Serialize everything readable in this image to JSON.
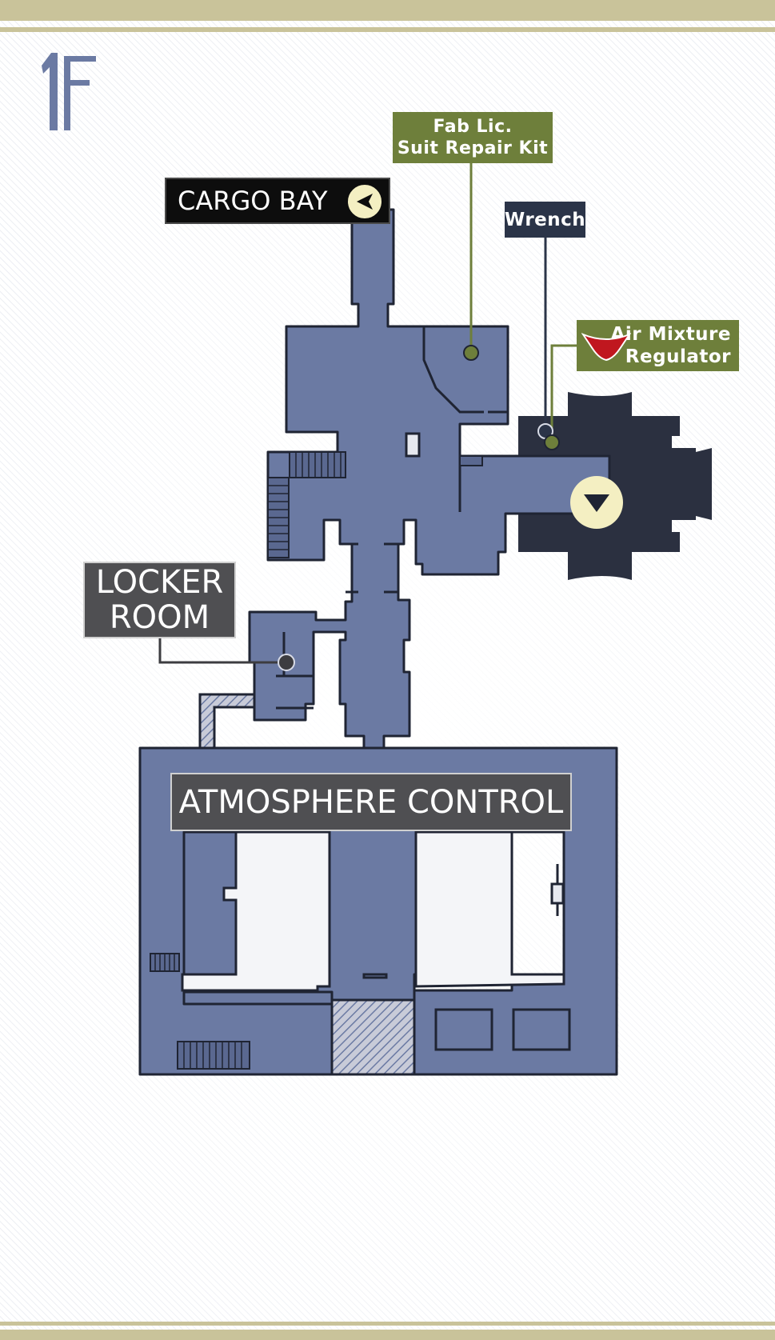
{
  "floor": {
    "label": "1F"
  },
  "rooms": {
    "cargo_bay": "CARGO BAY",
    "locker_room_line1": "LOCKER",
    "locker_room_line2": "ROOM",
    "atmosphere_control": "ATMOSPHERE CONTROL"
  },
  "items": {
    "fab_line1": "Fab Lic.",
    "fab_line2": "Suit Repair Kit",
    "wrench": "Wrench",
    "air_line1": "Air Mixture",
    "air_line2": "Regulator"
  },
  "icons": {
    "exit_left": "exit-left-arrow-icon",
    "exit_down": "exit-down-arrow-icon",
    "air_regulator": "red-regulator-icon"
  },
  "colors": {
    "room_fill": "#6b7aa3",
    "wall": "#1f2433",
    "dark_zone": "#2b3040",
    "header_gold": "#c9c39a",
    "floor_label": "#6b7aa3",
    "item_green": "#6e7f3b",
    "item_navy": "#2b3448",
    "marker_cream": "#f4efc2",
    "regulator_red": "#c0171f"
  }
}
